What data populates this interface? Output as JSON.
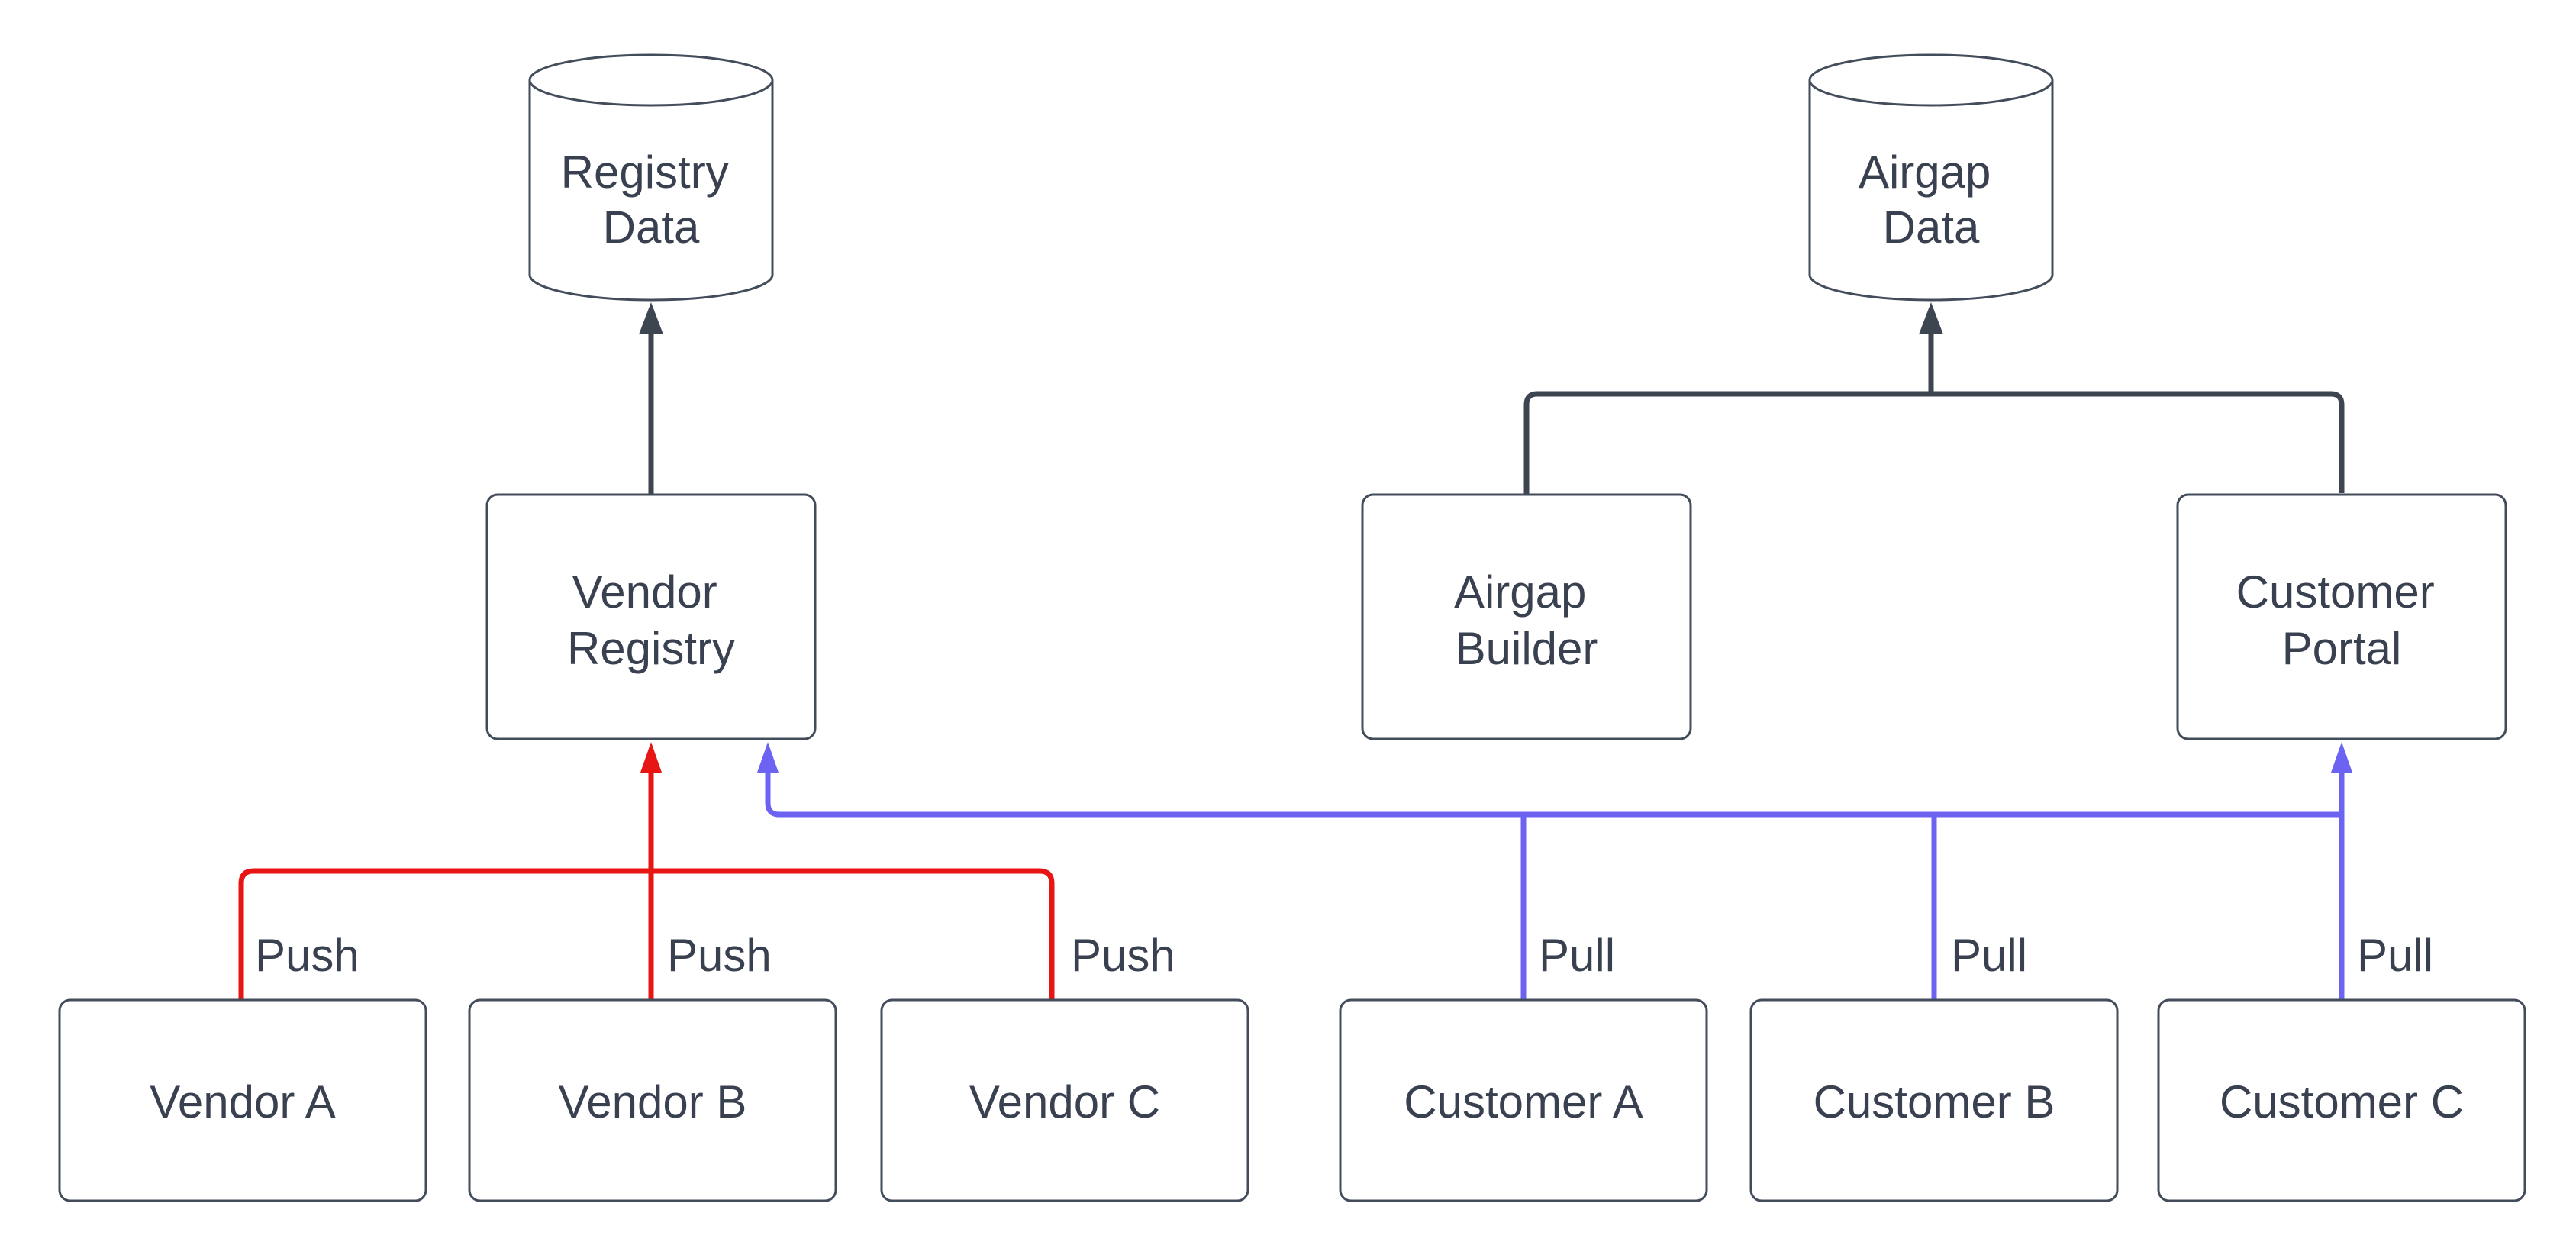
{
  "colors": {
    "background": "#ffffff",
    "node_fill": "#ffffff",
    "node_border": "#424c5a",
    "text": "#394150",
    "dark_connector": "#3d4551",
    "push_connector": "#e81515",
    "pull_connector": "#6c63f2"
  },
  "nodes": {
    "registry_data": {
      "line1": "Registry",
      "line2": "Data"
    },
    "airgap_data": {
      "line1": "Airgap",
      "line2": "Data"
    },
    "vendor_registry": {
      "line1": "Vendor",
      "line2": "Registry"
    },
    "airgap_builder": {
      "line1": "Airgap",
      "line2": "Builder"
    },
    "customer_portal": {
      "line1": "Customer",
      "line2": "Portal"
    },
    "vendor_a": {
      "label": "Vendor A"
    },
    "vendor_b": {
      "label": "Vendor B"
    },
    "vendor_c": {
      "label": "Vendor C"
    },
    "customer_a": {
      "label": "Customer A"
    },
    "customer_b": {
      "label": "Customer B"
    },
    "customer_c": {
      "label": "Customer C"
    }
  },
  "edge_labels": {
    "push": [
      "Push",
      "Push",
      "Push"
    ],
    "pull": [
      "Pull",
      "Pull",
      "Pull"
    ]
  }
}
